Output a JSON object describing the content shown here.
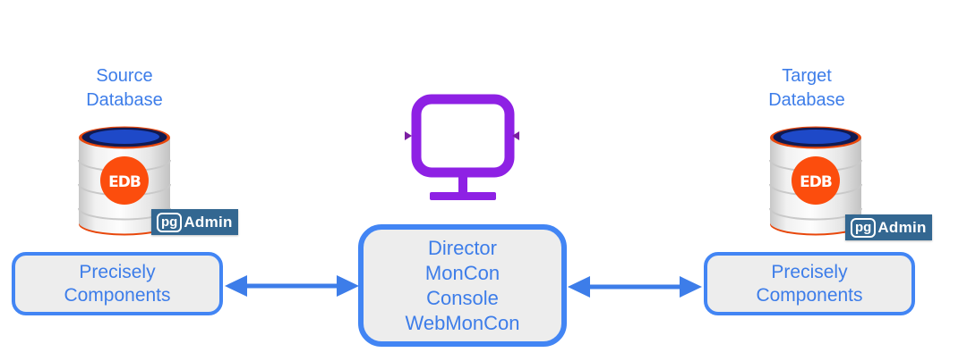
{
  "source": {
    "title_line1": "Source",
    "title_line2": "Database",
    "components_line1": "Precisely",
    "components_line2": "Components"
  },
  "target": {
    "title_line1": "Target",
    "title_line2": "Database",
    "components_line1": "Precisely",
    "components_line2": "Components"
  },
  "center": {
    "lines": [
      "Director",
      "MonCon",
      "Console",
      "WebMonCon"
    ]
  },
  "pgadmin": {
    "pg": "pg",
    "admin": "Admin"
  },
  "edb": {
    "label": "EDB"
  },
  "colors": {
    "text_blue": "#3D7DE9",
    "border_blue": "#4285F4",
    "box_fill": "#EDEDED",
    "monitor_purple": "#8E21E4",
    "monitor_tick_purple": "#7B1FA2",
    "edb_orange": "#FC4D0D",
    "cylinder_rim_orange": "#E8470B",
    "cylinder_top_navy": "#101A52",
    "cylinder_top_blue": "#1E49C8",
    "pgadmin_bg": "#336791"
  }
}
